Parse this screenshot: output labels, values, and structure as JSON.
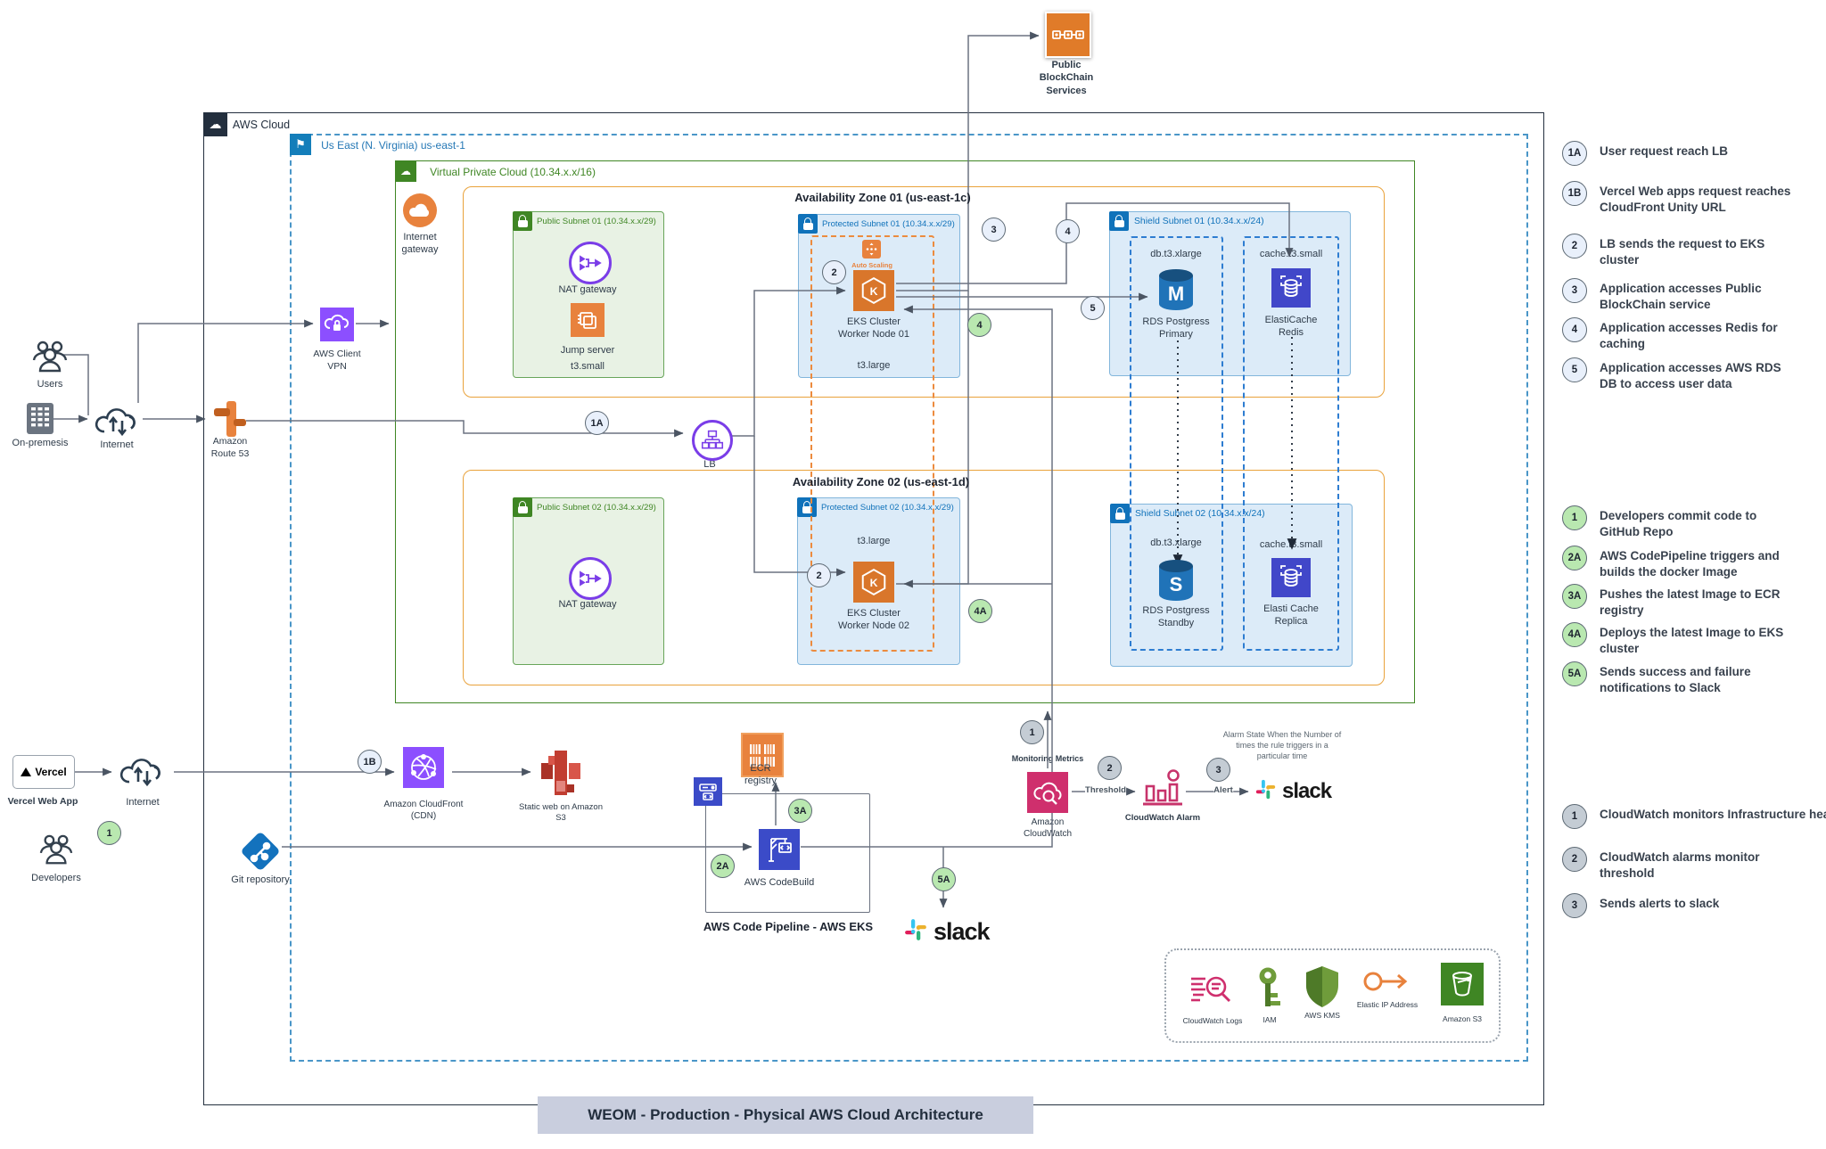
{
  "title_bar": "WEOM - Production -  Physical AWS Cloud Architecture",
  "frames": {
    "aws_cloud": "AWS Cloud",
    "region": "Us East (N. Virginia) us-east-1",
    "vpc": "Virtual Private Cloud  (10.34.x.x/16)",
    "az1": "Availability Zone 01 (us-east-1c)",
    "az2": "Availability Zone 02 (us-east-1d)"
  },
  "left": {
    "users": "Users",
    "onprem": "On-premesis",
    "internet_top": "Internet",
    "route53": "Amazon Route 53",
    "client_vpn": "AWS Client VPN",
    "vercel_logo": "Vercel",
    "vercel_label": "Vercel Web App",
    "internet_bottom": "Internet",
    "developers": "Developers",
    "git": "Git repository",
    "cloudfront": "Amazon CloudFront (CDN)",
    "static_web": "Static web on Amazon S3"
  },
  "top": {
    "blockchain": "Public BlockChain Services"
  },
  "vpc_items": {
    "igw": "Internet gateway",
    "lb": "LB"
  },
  "az1_c": {
    "public": {
      "name": "Public Subnet 01  (10.34.x.x/29)",
      "nat": "NAT gateway",
      "jump": "Jump server",
      "jump_size": "t3.small"
    },
    "protected": {
      "name": "Protected Subnet  01 (10.34.x.x/29)",
      "autoscaling": "Auto Scaling",
      "eks": "EKS Cluster Worker Node 01",
      "size": "t3.large"
    },
    "shield": {
      "name": "Shield Subnet  01 (10.34.x.x/24)",
      "db_size": "db.t3.xlarge",
      "db": "RDS Postgress Primary",
      "cache_size": "cache.t3.small",
      "cache": "ElastiCache Redis"
    }
  },
  "az2_c": {
    "public": {
      "name": "Public Subnet  02 (10.34.x.x/29)",
      "nat": "NAT gateway"
    },
    "protected": {
      "name": "Protected Subnet  02 (10.34.x.x/29)",
      "size": "t3.large",
      "eks": "EKS Cluster Worker Node 02"
    },
    "shield": {
      "name": "Shield Subnet 02 (10.34.x.x/24)",
      "db_size": "db.t3.xlarge",
      "db": "RDS Postgress Standby",
      "cache_size": "cache.t3.small",
      "cache": "Elasti Cache Replica"
    }
  },
  "pipeline": {
    "ecr": "ECR registry",
    "codebuild": "AWS CodeBuild",
    "box": "AWS Code Pipeline - AWS EKS",
    "slack": "slack"
  },
  "monitoring": {
    "metrics": "Monitoring Metrics",
    "cloudwatch": "Amazon CloudWatch",
    "threshold": "Threshold",
    "alarm": "CloudWatch Alarm",
    "alert": "Alert",
    "slack": "slack",
    "note": "Alarm State When the Number of times the rule triggers in a particular time"
  },
  "security": {
    "cw_logs": "CloudWatch Logs",
    "iam": "IAM",
    "kms": "AWS KMS",
    "eip": "Elastic IP Address",
    "s3": "Amazon S3"
  },
  "badges": {
    "b1a": "1A",
    "b1b": "1B",
    "b2": "2",
    "b3": "3",
    "b4": "4",
    "b5": "5",
    "b4g": "4",
    "b2b": "2",
    "b4a": "4A",
    "g1": "1",
    "g2a": "2A",
    "g3a": "3A",
    "g5a": "5A",
    "m1": "1",
    "m2": "2",
    "m3": "3"
  },
  "legend": {
    "flow": [
      {
        "badge": "1A",
        "text": "User request reach LB"
      },
      {
        "badge": "1B",
        "text": "Vercel Web apps request reaches CloudFront Unity URL"
      },
      {
        "badge": "2",
        "text": "LB sends the request to EKS cluster"
      },
      {
        "badge": "3",
        "text": "Application accesses Public BlockChain service"
      },
      {
        "badge": "4",
        "text": "Application accesses Redis for caching"
      },
      {
        "badge": "5",
        "text": "Application accesses AWS RDS DB to access user data"
      }
    ],
    "ci": [
      {
        "badge": "1",
        "text": "Developers commit code to GitHub Repo"
      },
      {
        "badge": "2A",
        "text": "AWS CodePipeline triggers and builds the docker Image"
      },
      {
        "badge": "3A",
        "text": "Pushes the latest Image to ECR registry"
      },
      {
        "badge": "4A",
        "text": "Deploys the latest Image to EKS cluster"
      },
      {
        "badge": "5A",
        "text": "Sends success and failure notifications to Slack"
      }
    ],
    "mon": [
      {
        "badge": "1",
        "text": "CloudWatch monitors Infrastructure health"
      },
      {
        "badge": "2",
        "text": "CloudWatch alarms monitor threshold"
      },
      {
        "badge": "3",
        "text": "Sends alerts to slack"
      }
    ]
  },
  "colors": {
    "aws_dark": "#232f3e",
    "region_blue": "#147eba",
    "subnet_green": "#3f8624",
    "subnet_blue": "#1072ba",
    "az_orange": "#e9a23b",
    "purple": "#8c4fff",
    "pink": "#cf2f6d",
    "indigo": "#4147c9",
    "eks_orange": "#d9762b"
  }
}
